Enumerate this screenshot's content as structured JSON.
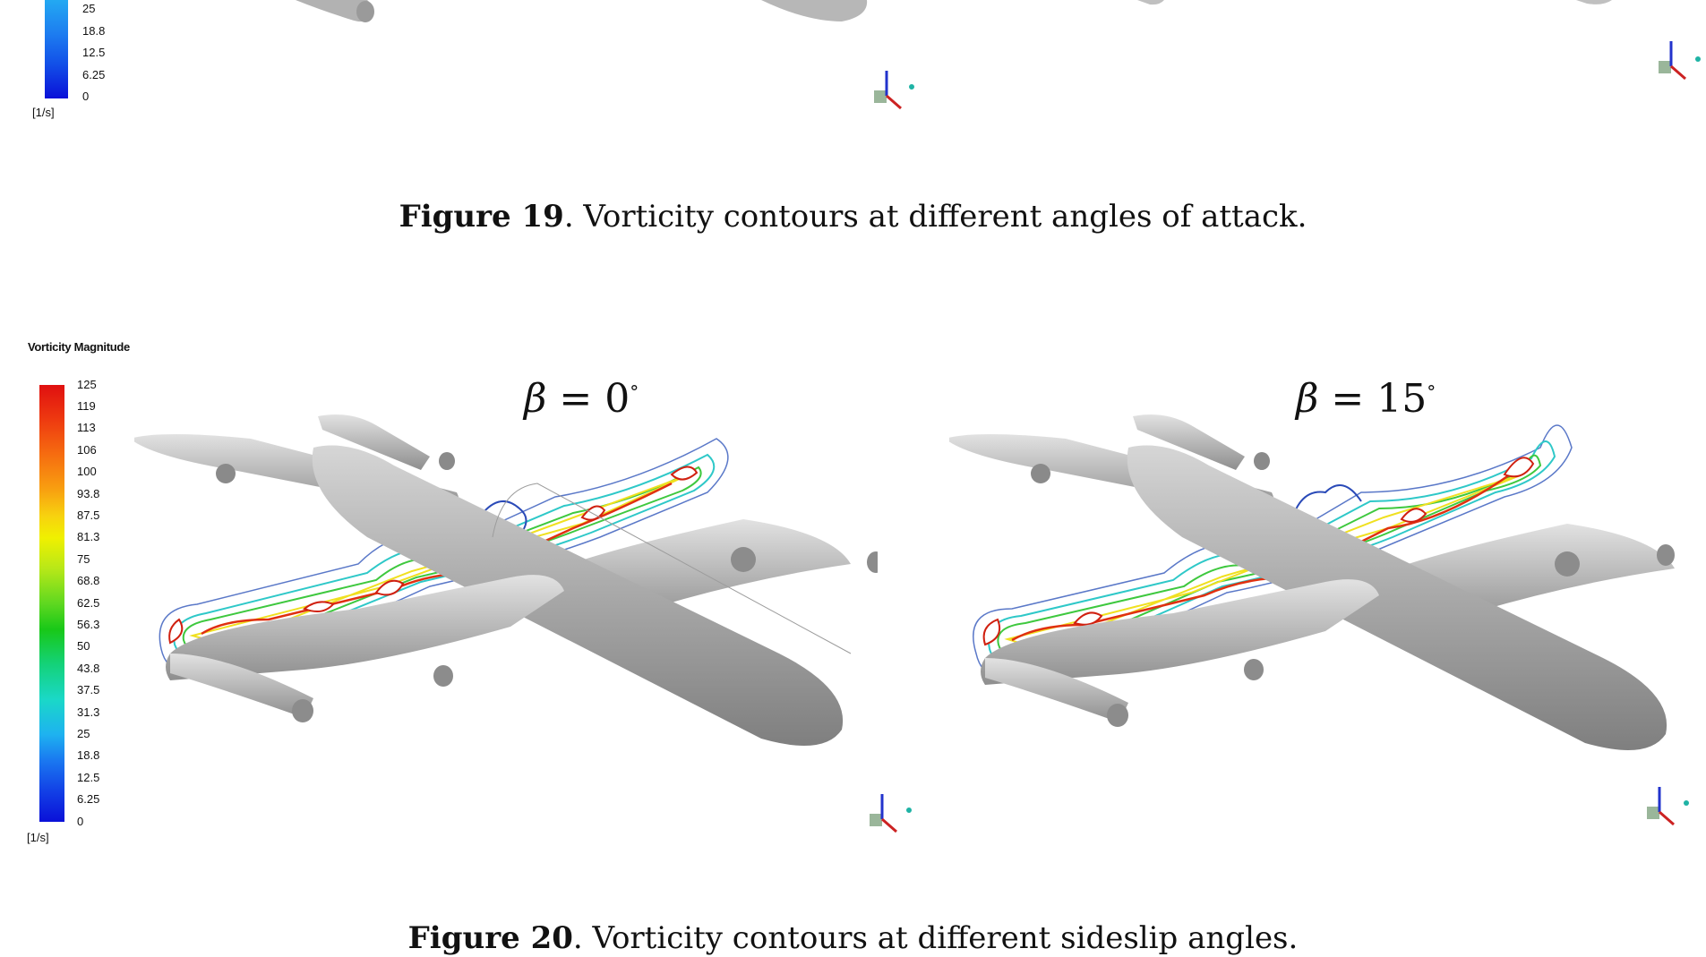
{
  "top_legend": {
    "ticks": [
      "25",
      "18.8",
      "12.5",
      "6.25",
      "0"
    ],
    "unit": "[1/s]"
  },
  "figure19": {
    "label": "Figure 19",
    "text": ". Vorticity contours at different angles of attack."
  },
  "figure20": {
    "label": "Figure 20",
    "text": ". Vorticity contours at different sideslip angles.",
    "legend": {
      "title": "Vorticity Magnitude",
      "ticks": [
        "125",
        "119",
        "113",
        "106",
        "100",
        "93.8",
        "87.5",
        "81.3",
        "75",
        "68.8",
        "62.5",
        "56.3",
        "50",
        "43.8",
        "37.5",
        "31.3",
        "25",
        "18.8",
        "12.5",
        "6.25",
        "0"
      ],
      "unit": "[1/s]"
    },
    "panels": [
      {
        "symbol": "β",
        "value": " = 0",
        "deg": "°"
      },
      {
        "symbol": "β",
        "value": " = 15",
        "deg": "°"
      }
    ]
  },
  "colors": {
    "bar_top": "#e01010",
    "bar_mid": "#18c818",
    "bar_bottom": "#0a10d8",
    "aircraft": "#a9a9a9"
  }
}
